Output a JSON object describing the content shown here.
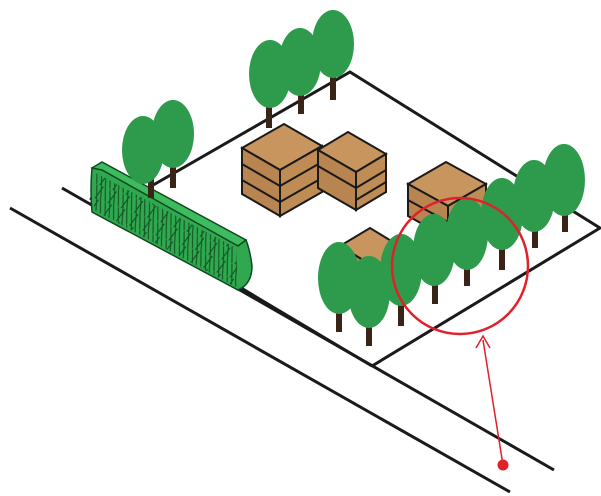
{
  "colors": {
    "background": "#ffffff",
    "line": "#1a1a1a",
    "box_top": "#c8955e",
    "box_side": "#b88450",
    "tree_crown": "#2e9a4c",
    "tree_crown_dark": "#23813e",
    "tree_trunk": "#3a2418",
    "hedge": "#2fa84f",
    "hedge_pattern": "#0f4a1e",
    "marker": "#e0202a"
  },
  "scene": {
    "elements": [
      "road",
      "fenced-lot",
      "stacked-boxes",
      "tree-row",
      "hedge",
      "highlight-circle",
      "pointer-marker"
    ]
  }
}
